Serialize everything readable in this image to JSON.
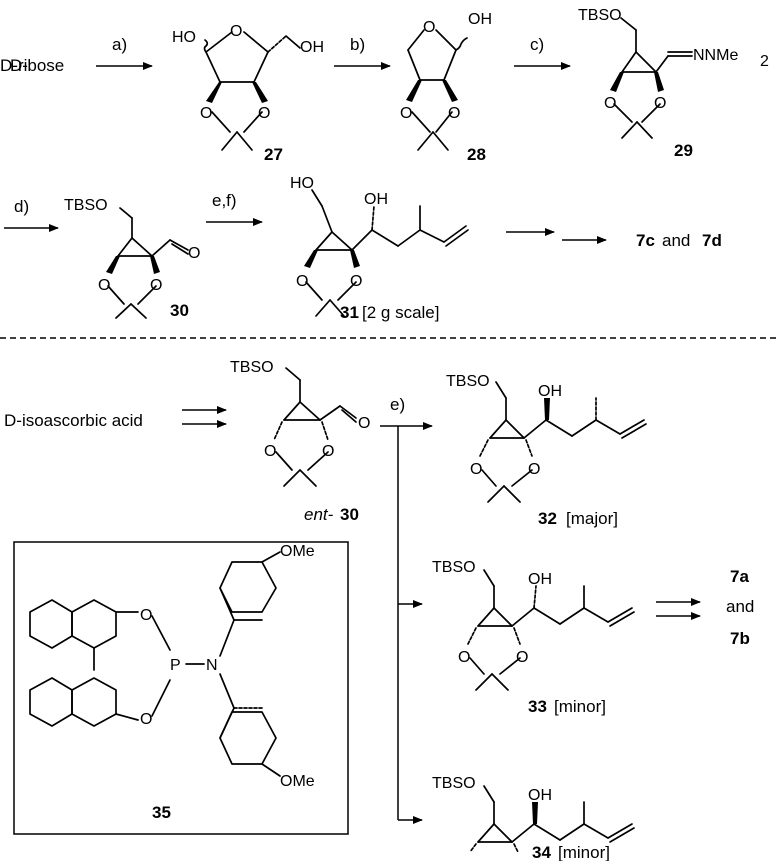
{
  "accent_colors": {
    "red_bonds": "#e8211e",
    "blue_oxygens": "#2b4fcf"
  },
  "top_row": {
    "start_material": "D-ribose",
    "steps": {
      "a": "a)",
      "b": "b)",
      "c": "c)",
      "d": "d)",
      "ef": "e,f)"
    },
    "compounds": {
      "c27": "27",
      "c28": "28",
      "c29": "29",
      "c30": "30",
      "c31": "31",
      "c31_note": "[2 g scale]"
    },
    "products": {
      "p1": "7c",
      "and": "and",
      "p2": "7d"
    }
  },
  "bottom": {
    "start_material": "D-isoascorbic acid",
    "step_e": "e)",
    "ent_prefix": "ent-",
    "ent_num": "30",
    "c32": "32",
    "c32_note": "[major]",
    "c33": "33",
    "c33_note": "[minor]",
    "c34": "34",
    "c34_note": "[minor]",
    "products": {
      "p1": "7a",
      "and": "and",
      "p2": "7b"
    },
    "ligand": "35"
  },
  "atoms": {
    "HO": "HO",
    "OH": "OH",
    "O": "O",
    "TBSO": "TBSO",
    "NNMe2": "NNMe",
    "sub2": "2",
    "OMe": "OMe",
    "P": "P",
    "N": "N"
  }
}
